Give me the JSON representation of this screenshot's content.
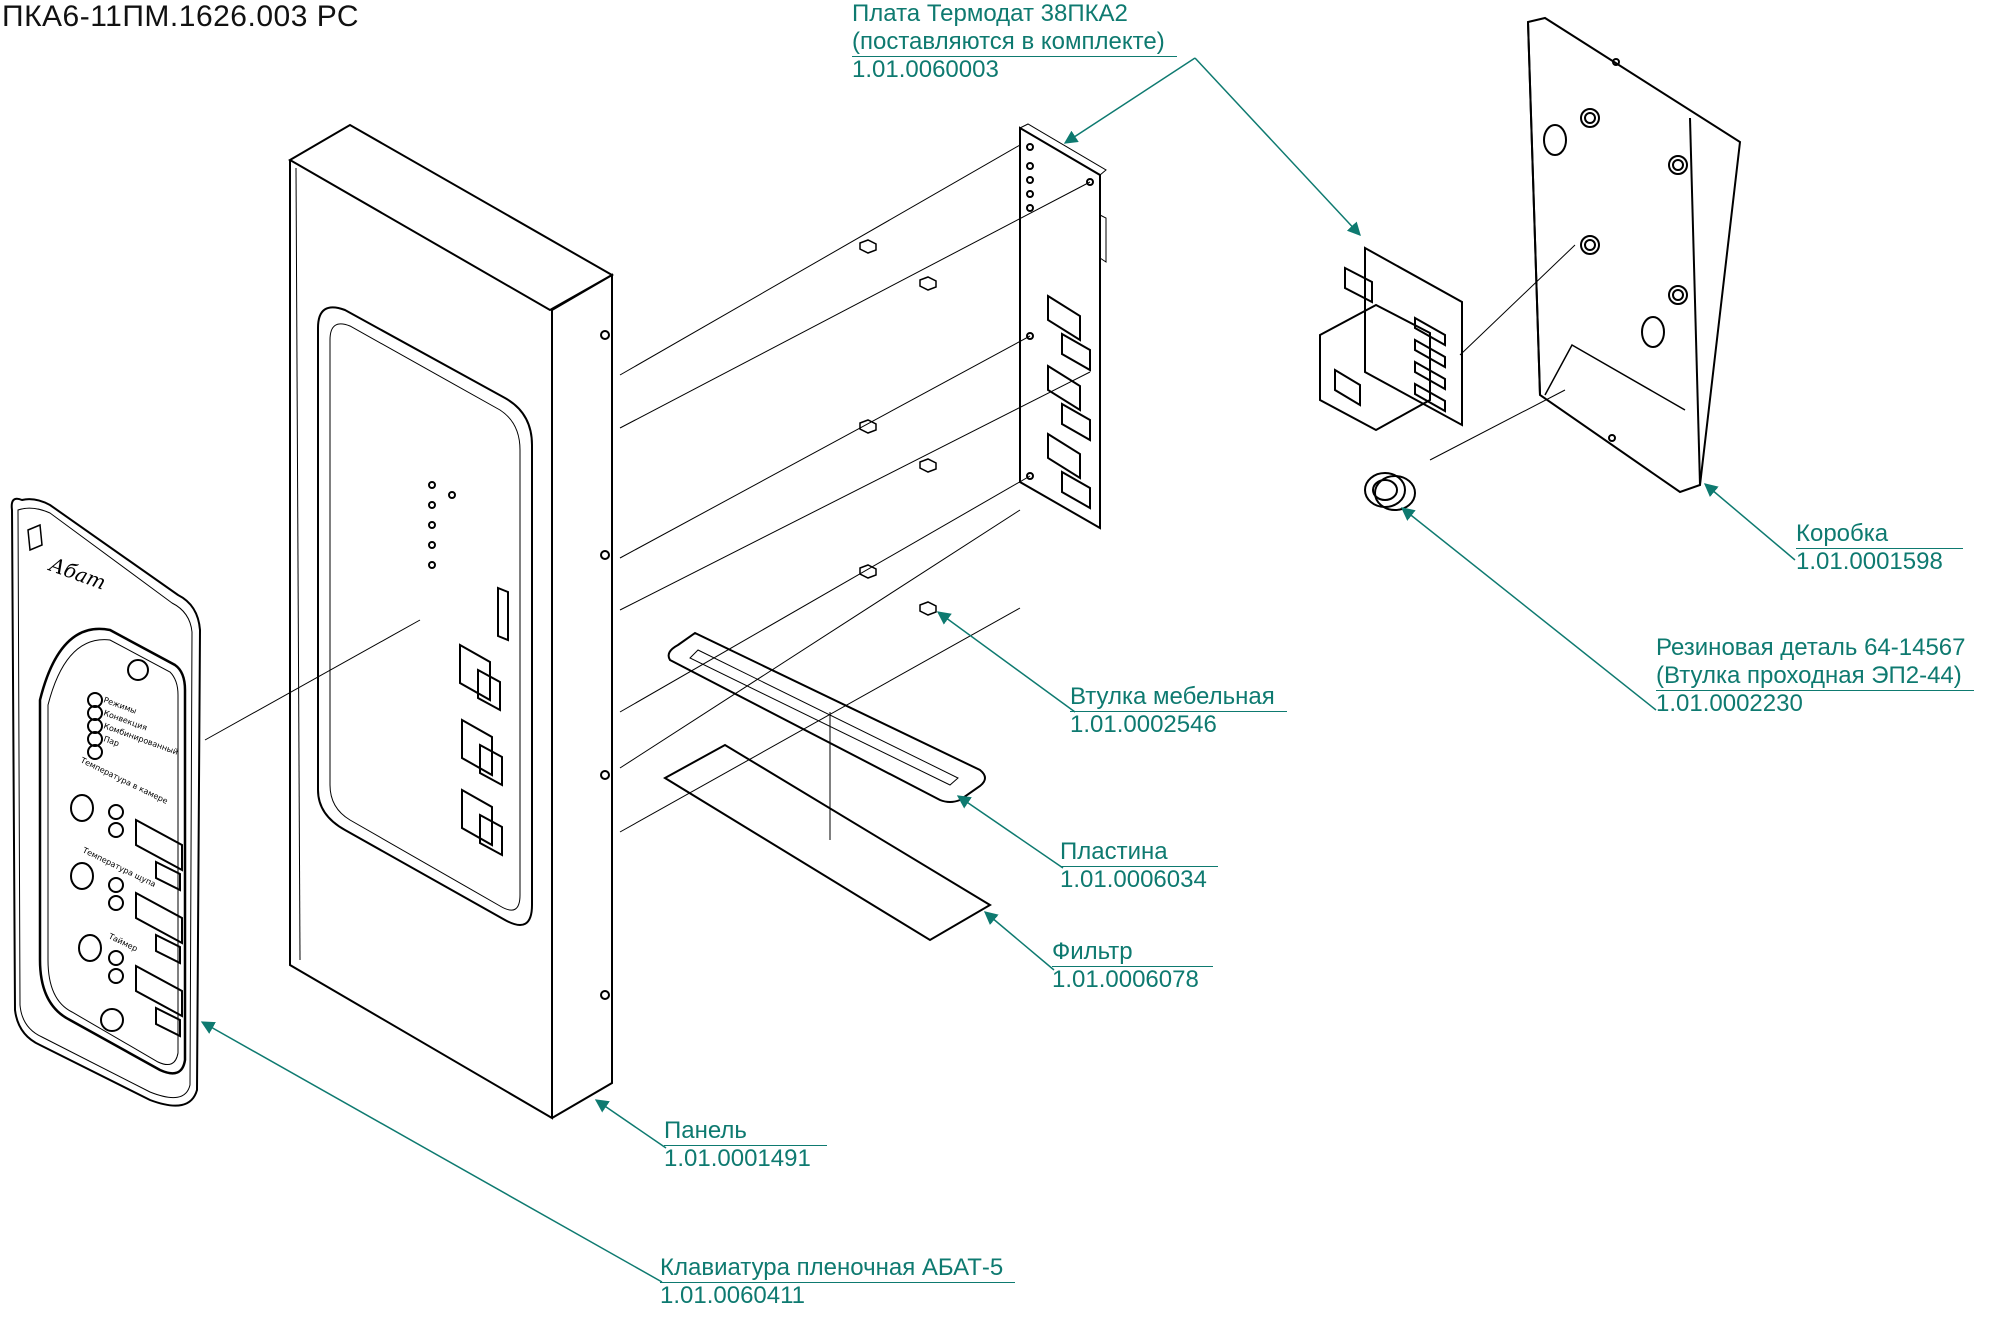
{
  "document": {
    "title": "ПКА6-11ПМ.1626.003 РС"
  },
  "colors": {
    "callout": "#0e7a70",
    "line": "#000000",
    "background": "#ffffff"
  },
  "callouts": {
    "board": {
      "name_line1": "Плата Термодат 38ПКА2",
      "name_line2": "(поставляются в комплекте)",
      "code": "1.01.0060003"
    },
    "box": {
      "name": "Коробка",
      "code": "1.01.0001598"
    },
    "rubber": {
      "name_line1": "Резиновая деталь 64-14567",
      "name_line2": "(Втулка проходная ЭП2-44)",
      "code": "1.01.0002230"
    },
    "bushing": {
      "name": "Втулка мебельная",
      "code": "1.01.0002546"
    },
    "plate": {
      "name": "Пластина",
      "code": "1.01.0006034"
    },
    "filter": {
      "name": "Фильтр",
      "code": "1.01.0006078"
    },
    "panel": {
      "name": "Панель",
      "code": "1.01.0001491"
    },
    "keypad": {
      "name": "Клавиатура пленочная АБАТ-5",
      "code": "1.01.0060411"
    }
  },
  "keypad_face": {
    "brand": "Абат",
    "labels": [
      "Режимы",
      "Конвекция",
      "Комбинированный",
      "Пар",
      "Температура в камере",
      "Температура щупа",
      "Таймер"
    ]
  }
}
